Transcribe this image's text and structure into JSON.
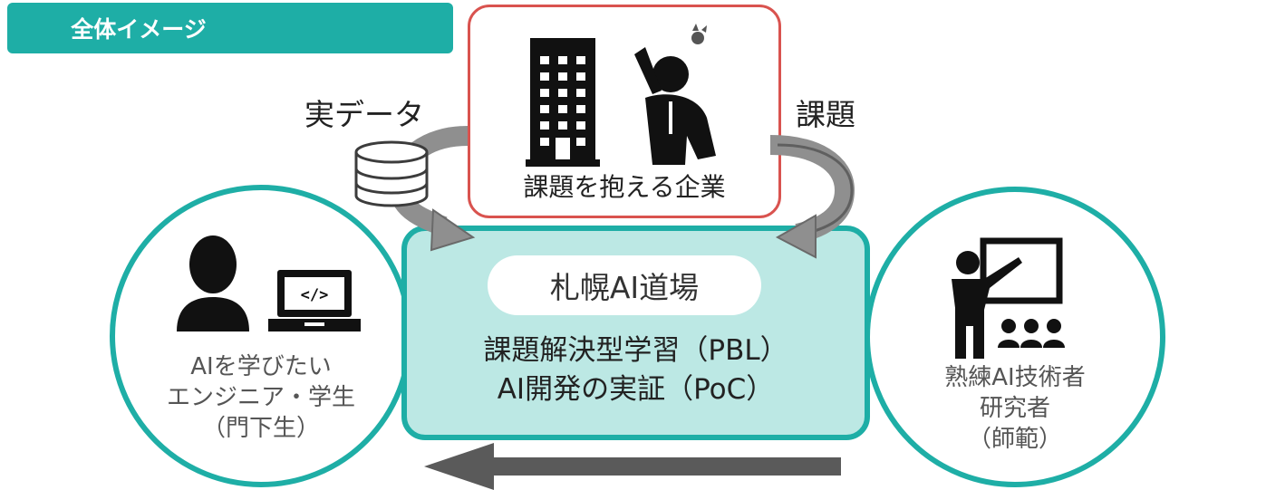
{
  "header": {
    "title": "全体イメージ"
  },
  "company": {
    "label": "課題を抱える企業"
  },
  "flows": {
    "data_label": "実データ",
    "problem_label": "課題"
  },
  "dojo": {
    "name": "札幌AI道場",
    "lines": [
      "課題解決型学習（PBL）",
      "AI開発の実証（PoC）"
    ]
  },
  "learner": {
    "lines": [
      "AIを学びたい",
      "エンジニア・学生",
      "（門下生）"
    ]
  },
  "mentor": {
    "lines": [
      "熟練AI技術者",
      "研究者",
      "（師範）"
    ]
  },
  "colors": {
    "teal": "#1eaea6",
    "light_teal": "#bce8e4",
    "red": "#d9534f",
    "arrow_gray": "#5a5a5a"
  },
  "icons": [
    "building-icon",
    "troubled-person-icon",
    "database-icon",
    "person-icon",
    "laptop-code-icon",
    "teacher-icon"
  ]
}
